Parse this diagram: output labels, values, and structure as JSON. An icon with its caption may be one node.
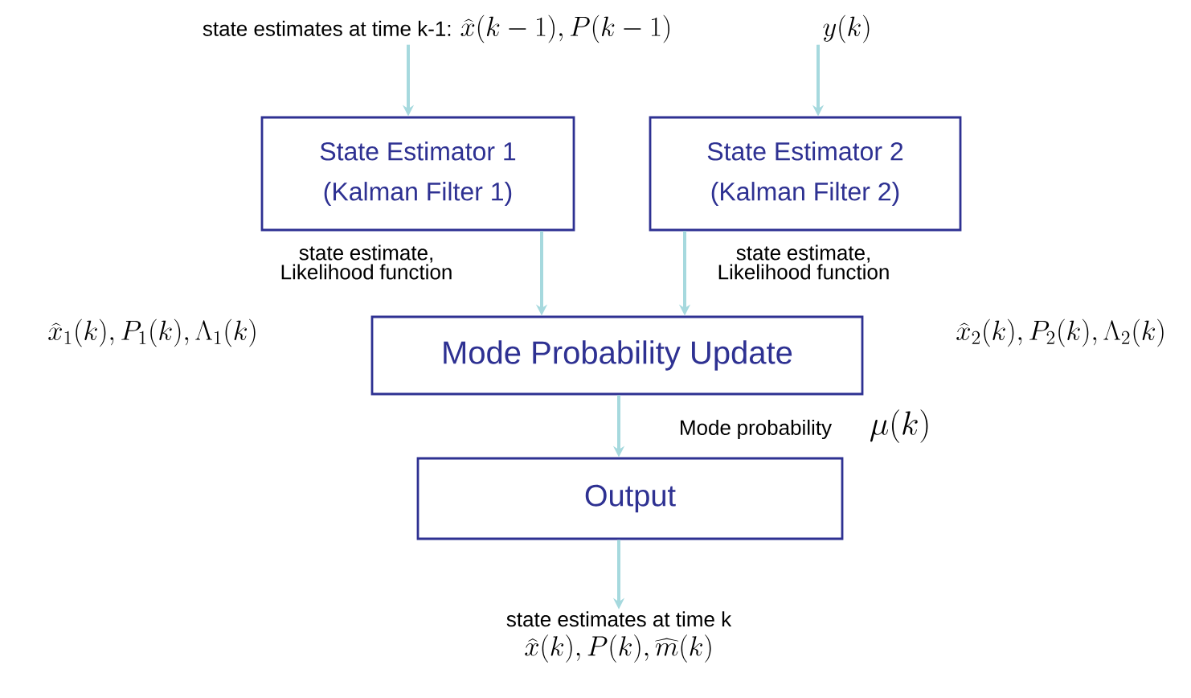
{
  "diagram": {
    "nodes": [
      {
        "text": [
          "state estimates at time k-1:",
          "\\widehat{x}(k-1), P(k-1)"
        ]
      },
      {
        "text": [
          "y(k)"
        ]
      },
      {
        "text": [
          "State Estimator 1",
          "(Kalman Filter 1)"
        ]
      },
      {
        "text": [
          "State Estimator 2",
          "(Kalman Filter 2)"
        ]
      },
      {
        "text": [
          "Mode Probability Update"
        ]
      },
      {
        "text": [
          "Output"
        ]
      },
      {
        "text": [
          "state estimates at time k",
          "\\widehat{x}(k), P(k), \\widehat{m}(k)"
        ]
      }
    ],
    "edges": [
      {
        "from": 0,
        "to": 2,
        "arrow": "to"
      },
      {
        "from": 1,
        "to": 3,
        "arrow": "to"
      },
      {
        "from": 2,
        "to": 4,
        "arrow": "to",
        "label": "state estimate, Likelihood function"
      },
      {
        "from": 3,
        "to": 4,
        "arrow": "to",
        "label": "state estimate, Likelihood function"
      },
      {
        "from": 4,
        "to": 5,
        "arrow": "to",
        "label": "Mode probability"
      },
      {
        "from": 5,
        "to": 6,
        "arrow": "to"
      }
    ],
    "labels": [
      "\\widehat{x}_1(k), P_1(k), \\Lambda_1(k)",
      "\\widehat{x}_2(k), P_2(k), \\Lambda_2(k)",
      "\\mu(k)"
    ]
  }
}
